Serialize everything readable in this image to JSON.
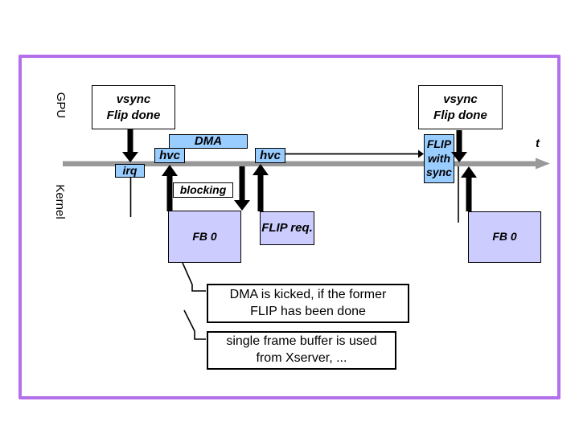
{
  "colors": {
    "frame_purple": "#B46FEB",
    "event_blue": "#99CCFF",
    "buffer_lavender": "#CCCCFF",
    "timeline_gray": "#999999",
    "ink": "#000000"
  },
  "lanes": {
    "gpu": "GPU",
    "kernel": "Kernel"
  },
  "timeline": {
    "t_label": "t"
  },
  "boxes": {
    "vsync_left": {
      "line1": "vsync",
      "line2": "Flip done"
    },
    "vsync_right": {
      "line1": "vsync",
      "line2": "Flip done"
    },
    "dma": {
      "label": "DMA"
    },
    "hvc_first": {
      "label": "hvc"
    },
    "hvc_second": {
      "label": "hvc"
    },
    "irq": {
      "label": "irq"
    },
    "blocking": {
      "label": "blocking"
    },
    "flip_with_sync": {
      "line1": "FLIP",
      "line2": "with",
      "line3": "sync"
    },
    "fb0_left": {
      "label": "FB 0"
    },
    "flip_req": {
      "label": "FLIP req."
    },
    "fb0_right": {
      "label": "FB 0"
    }
  },
  "callouts": {
    "dma_kicked": {
      "line1": "DMA is kicked, if the former",
      "line2": "FLIP has been done"
    },
    "single_fb": {
      "line1": "single frame buffer is used",
      "line2": "from Xserver, ..."
    }
  }
}
